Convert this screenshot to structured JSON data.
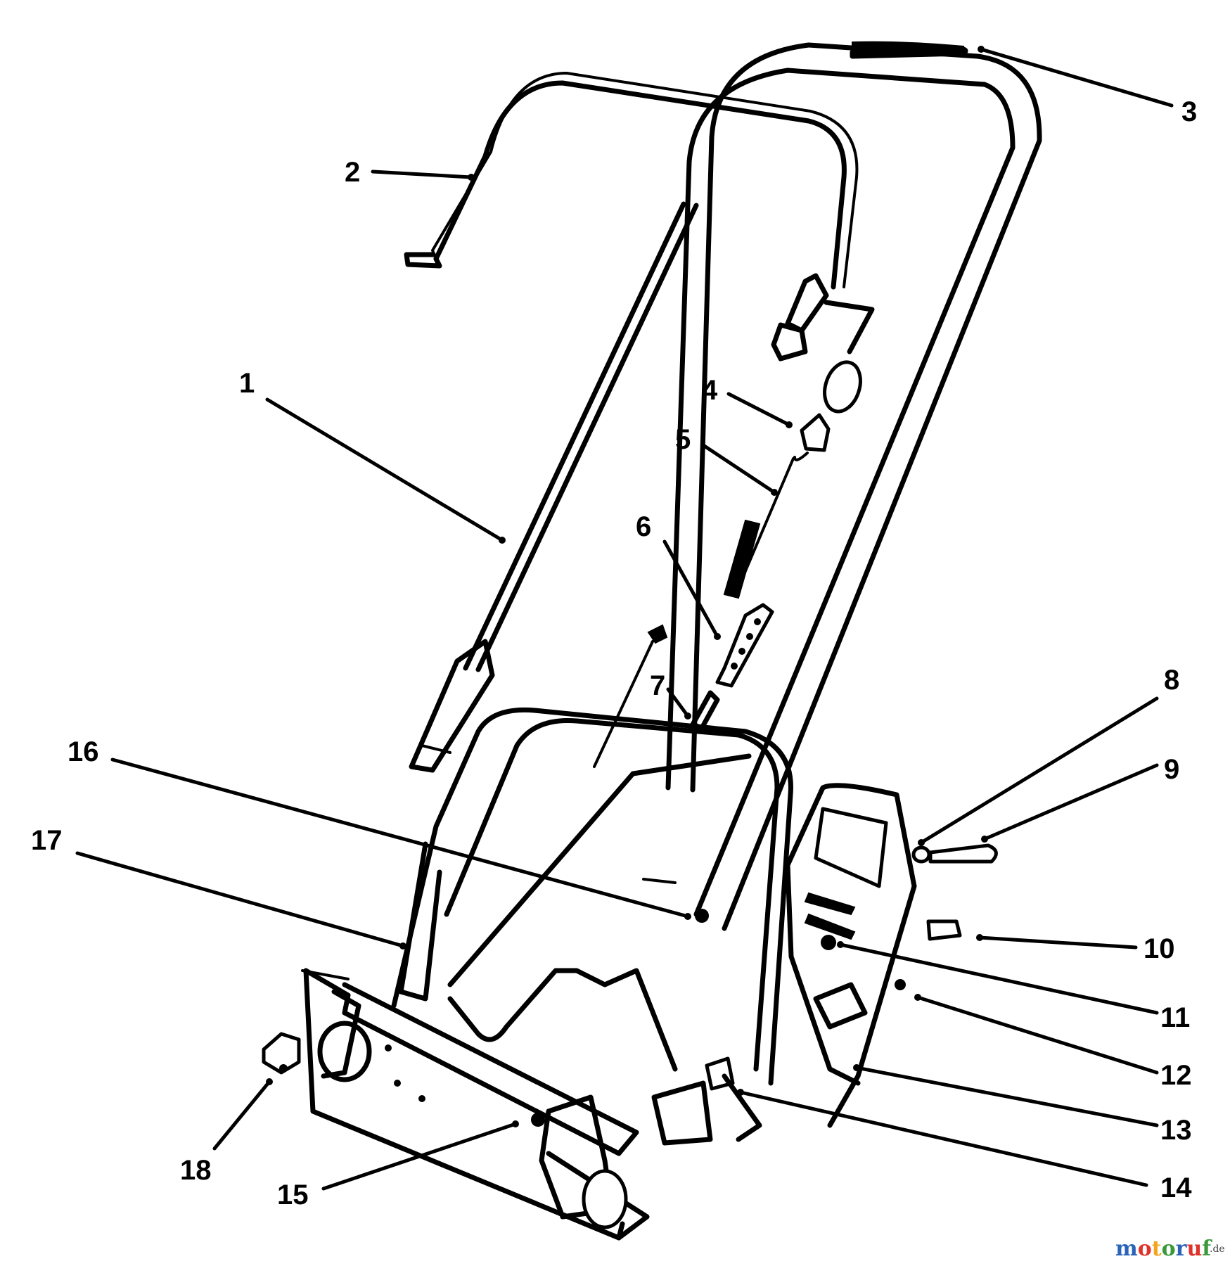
{
  "callouts": [
    {
      "id": "1",
      "label": "1"
    },
    {
      "id": "2",
      "label": "2"
    },
    {
      "id": "3",
      "label": "3"
    },
    {
      "id": "4",
      "label": "4"
    },
    {
      "id": "5",
      "label": "5"
    },
    {
      "id": "6",
      "label": "6"
    },
    {
      "id": "7",
      "label": "7"
    },
    {
      "id": "8",
      "label": "8"
    },
    {
      "id": "9",
      "label": "9"
    },
    {
      "id": "10",
      "label": "10"
    },
    {
      "id": "11",
      "label": "11"
    },
    {
      "id": "12",
      "label": "12"
    },
    {
      "id": "13",
      "label": "13"
    },
    {
      "id": "14",
      "label": "14"
    },
    {
      "id": "15",
      "label": "15"
    },
    {
      "id": "16",
      "label": "16"
    },
    {
      "id": "17",
      "label": "17"
    },
    {
      "id": "18",
      "label": "18"
    }
  ],
  "watermark": {
    "text": "motoruf",
    "suffix": ".de",
    "colors": [
      "#2a63b8",
      "#e0322b",
      "#f2a51f",
      "#3a9a3a",
      "#2a63b8",
      "#e0322b",
      "#3a9a3a"
    ]
  }
}
